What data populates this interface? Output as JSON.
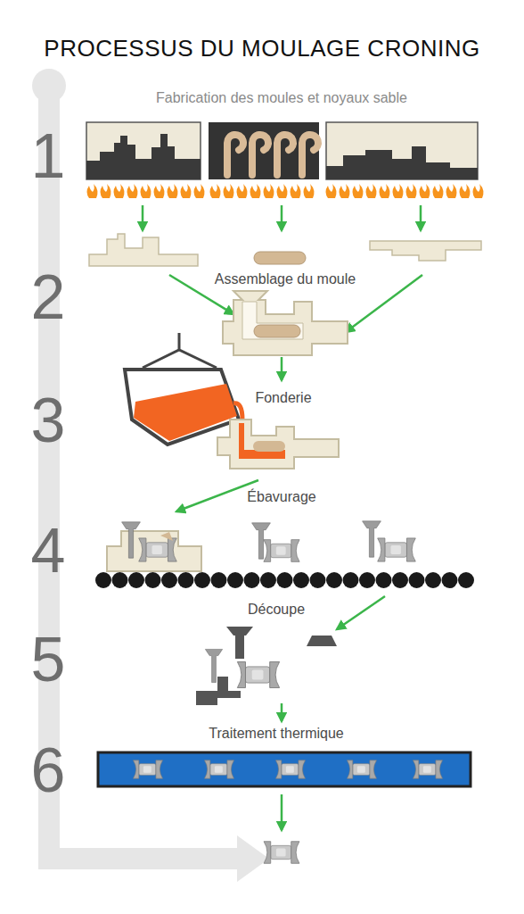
{
  "diagram": {
    "title": "PROCESSUS DU MOULAGE CRONING",
    "labels": [
      "Fabrication des moules et noyaux sable",
      "1",
      "2",
      "Assemblage du moule",
      "3",
      "Fonderie",
      "Ébavurage",
      "4",
      "Découpe",
      "5",
      "Traitement thermique",
      "6"
    ]
  }
}
